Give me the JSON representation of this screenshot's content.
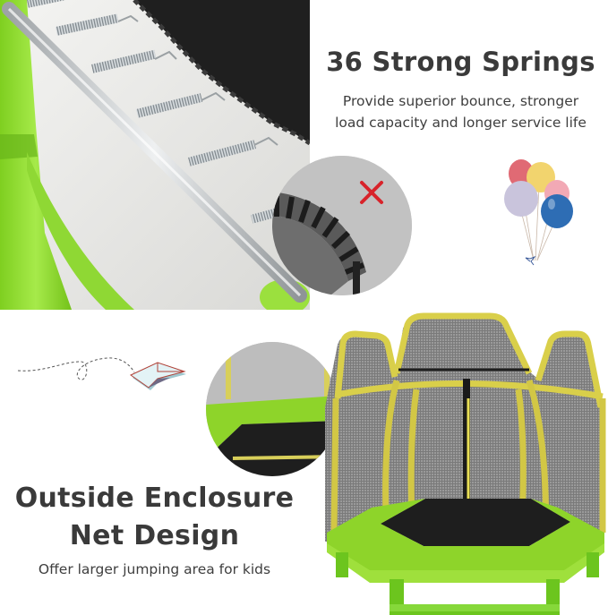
{
  "top_section": {
    "title": "36 Strong Springs",
    "description_line1": "Provide superior bounce, stronger",
    "description_line2": "load capacity and longer service life",
    "photo": "close-up of galvanized springs attached to steel frame with green padding",
    "comparison_inset": "grey circle showing a spring-less bungee design marked with red X",
    "decoration": "balloon-bunch-illustration"
  },
  "bottom_section": {
    "title_line1": "Outside Enclosure",
    "title_line2": "Net Design",
    "description": "Offer larger jumping area for kids",
    "photo": "hexagonal kids trampoline with yellow poles, grey safety net and green frame",
    "inset": "circle close-up of net attached outside the green frame",
    "decoration": "paper-plane-with-dashed-flight-path"
  },
  "colors": {
    "text_dark": "#3a3a3a",
    "frame_green": "#8ed42a",
    "pole_yellow": "#d9cf4a",
    "mat_black": "#1e1e1e",
    "net_grey": "#8c8c8c",
    "x_mark_red": "#d8232a",
    "background": "#ffffff"
  },
  "balloon_colors": [
    "#e06a74",
    "#f2d46e",
    "#c9c4dc",
    "#f2a9b5",
    "#2e6db4"
  ]
}
